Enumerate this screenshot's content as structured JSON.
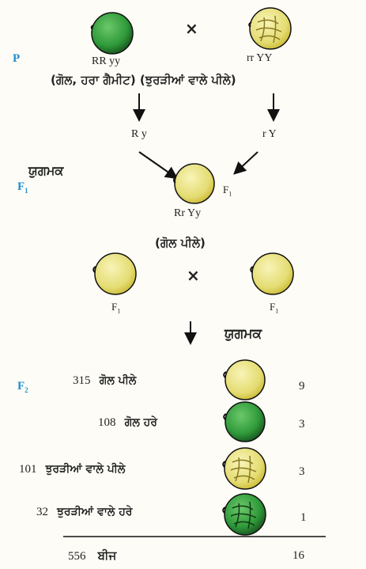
{
  "generations": {
    "p": "P",
    "f1": "F",
    "f1_sub": "1",
    "f2": "F",
    "f2_sub": "2"
  },
  "parents": {
    "left_genotype": "RR yy",
    "right_genotype": "rr YY",
    "caption": "(ਗੋਲ, ਹਰਾ ਗੈਮੀਟ) (ਝੁਰੜੀਆਂ ਵਾਲੇ ਪੀਲੇ)",
    "cross_symbol": "×"
  },
  "gametes": {
    "left": "R y",
    "right": "r Y",
    "label": "ਯੁਗਮਕ"
  },
  "f1_plant": {
    "genotype": "Rr Yy",
    "caption": "(ਗੋਲ ਪੀਲੇ)",
    "tag": "F",
    "tag_sub": "1"
  },
  "f1_cross": {
    "left_tag": "F",
    "left_sub": "1",
    "right_tag": "F",
    "right_sub": "1",
    "cross_symbol": "×",
    "gamete_label": "ਯੁਗਮਕ"
  },
  "f2_results": [
    {
      "count": "315",
      "label": "ਗੋਲ ਪੀਲੇ",
      "ratio": "9",
      "seed": "round-yellow"
    },
    {
      "count": "108",
      "label": "ਗੋਲ ਹਰੇ",
      "ratio": "3",
      "seed": "round-green"
    },
    {
      "count": "101",
      "label": "ਝੁਰੜੀਆਂ ਵਾਲੇ ਪੀਲੇ",
      "ratio": "3",
      "seed": "wrinkled-yellow"
    },
    {
      "count": "32",
      "label": "ਝੁਰੜੀਆਂ ਵਾਲੇ ਹਰੇ",
      "ratio": "1",
      "seed": "wrinkled-green"
    }
  ],
  "total": {
    "count": "556",
    "label": "ਬੀਜ",
    "ratio": "16"
  },
  "colors": {
    "yellow": "#e8e07a",
    "yellow_edge": "#c9b830",
    "green": "#2f9a3a",
    "green_edge": "#174f1c",
    "label_blue": "#1e8fd1",
    "seed_outline": "#222222"
  }
}
